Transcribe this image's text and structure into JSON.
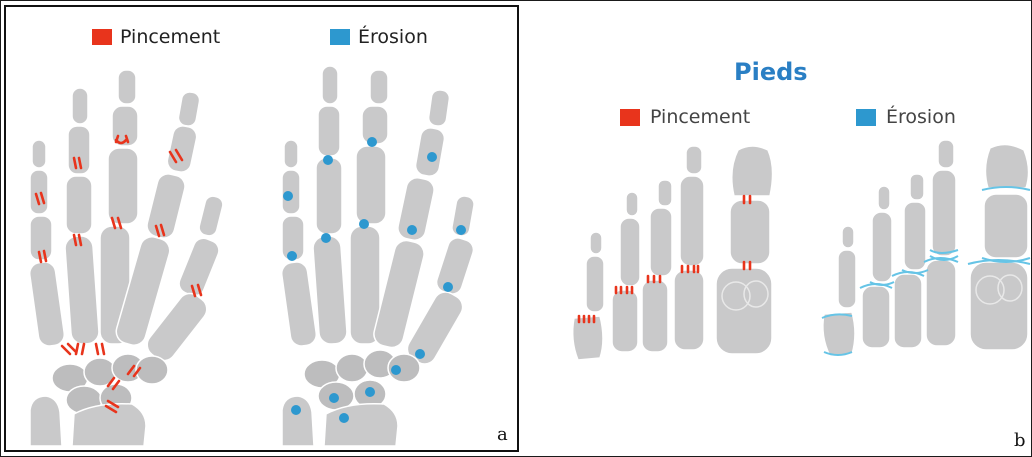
{
  "panel_a": {
    "legend": {
      "pincement_label": "Pincement",
      "erosion_label": "Érosion"
    },
    "letter": "a"
  },
  "panel_b": {
    "title": "Pieds",
    "legend": {
      "pincement_label": "Pincement",
      "erosion_label": "Érosion"
    },
    "letter": "b"
  },
  "colors": {
    "pincement": "#e8341c",
    "erosion": "#2d98cf",
    "bone": "#c9c9ca",
    "title": "#2a7fc4"
  }
}
